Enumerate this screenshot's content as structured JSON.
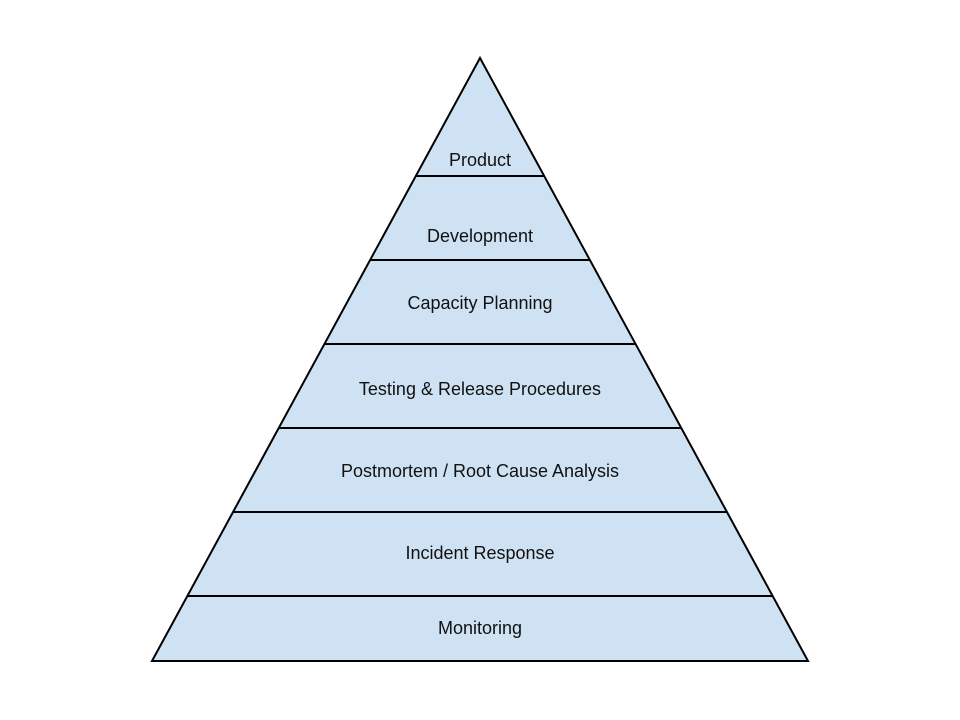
{
  "diagram": {
    "layers_top_to_bottom": [
      "Product",
      "Development",
      "Capacity Planning",
      "Testing & Release Procedures",
      "Postmortem / Root Cause Analysis",
      "Incident Response",
      "Monitoring"
    ]
  },
  "colors": {
    "fill": "#cfe2f3",
    "stroke": "#000000"
  }
}
